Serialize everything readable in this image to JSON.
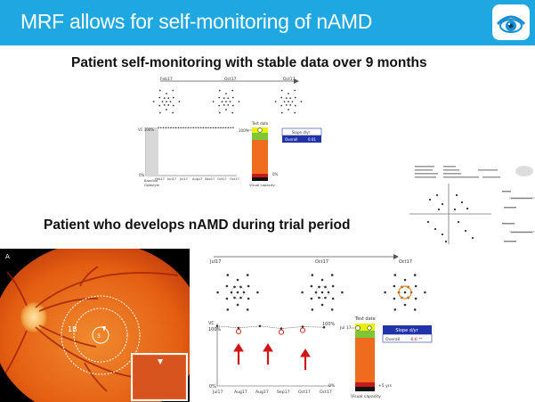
{
  "header": {
    "title": "MRF allows for self-monitoring of nAMD",
    "logo_icon": "eye-logo-icon",
    "accent": "#1ea7e0"
  },
  "section1": {
    "title": "Patient self-monitoring with stable data over 9 months",
    "months_top": [
      "Feb17",
      "Oct17",
      "Oct17"
    ],
    "y_top": "VC 100%",
    "y_bottom": "0%",
    "x_labels": [
      "Feb17",
      "Jun17",
      "Jul17",
      "Aug17",
      "Sep17",
      "Oct17",
      "Oct17"
    ],
    "baseline_label_1": "Baseline",
    "baseline_label_2": "Goldstyle",
    "test_date": "Test date",
    "bar_pct": "100%",
    "bar_bottom_pct": "0%",
    "bar_caption": "Visual capacity",
    "slope_header": "Slope d/yr",
    "slope_row_label": "Overall",
    "slope_row_value": "0.01"
  },
  "section2": {
    "title": "Patient who develops nAMD during trial period",
    "photo_panel_label": "A",
    "photo_region_label": "1B",
    "photo_marker_label": "3",
    "months_top": [
      "Jul17",
      "Oct17",
      "Oct17"
    ],
    "y_top_1": "VC",
    "y_top_2": "100%",
    "y_bottom": "0%",
    "x_labels": [
      "Jul17",
      "Aug17",
      "Aug17",
      "Sep17",
      "Oct17",
      "Oct17"
    ],
    "test_date": "Test date",
    "test_date_value": "Jul 17",
    "bar_pct": "100%",
    "bar_bottom_pct": "0%",
    "bar_plus": "+5 yrs",
    "bar_caption": "Visual capacity",
    "slope_header": "Slope d/yr",
    "slope_row_label": "Overall",
    "slope_row_value": "-6.6 **"
  },
  "chart_data": [
    {
      "type": "line",
      "title": "Patient self-monitoring with stable data over 9 months",
      "x": [
        "Feb17",
        "Jun17",
        "Jul17",
        "Aug17",
        "Sep17",
        "Oct17",
        "Oct17"
      ],
      "series": [
        {
          "values": [
            100,
            99,
            99,
            100,
            99,
            99,
            100
          ]
        }
      ],
      "ylim": [
        0,
        100
      ],
      "grid": false
    },
    {
      "type": "line",
      "title": "Patient who develops nAMD during trial period",
      "x": [
        "Jul17",
        "Aug17",
        "Aug17",
        "Sep17",
        "Oct17",
        "Oct17"
      ],
      "series": [
        {
          "values": [
            96,
            93,
            96,
            92,
            95,
            94
          ]
        }
      ],
      "ylim": [
        0,
        100
      ],
      "grid": false
    }
  ]
}
